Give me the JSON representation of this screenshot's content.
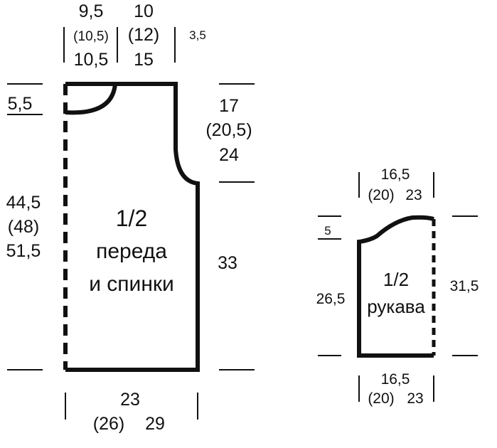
{
  "front_back": {
    "label_line1": "1/2",
    "label_line2": "переда",
    "label_line3": "и спинки",
    "top_left_a": "9,5",
    "top_left_b": "(10,5)",
    "top_left_c": "10,5",
    "top_mid_a": "10",
    "top_mid_b": "(12)",
    "top_mid_c": "15",
    "top_right": "3,5",
    "neck_depth": "5,5",
    "armhole_a": "17",
    "armhole_b": "(20,5)",
    "armhole_c": "24",
    "height_a": "44,5",
    "height_b": "(48)",
    "height_c": "51,5",
    "side_length": "33",
    "bottom_a": "23",
    "bottom_b": "(26)",
    "bottom_c": "29"
  },
  "sleeve": {
    "label_line1": "1/2",
    "label_line2": "рукава",
    "top_a": "16,5",
    "top_b": "(20)",
    "top_c": "23",
    "cap_height": "5",
    "left_height": "26,5",
    "right_height": "31,5",
    "bottom_a": "16,5",
    "bottom_b": "(20)",
    "bottom_c": "23"
  }
}
